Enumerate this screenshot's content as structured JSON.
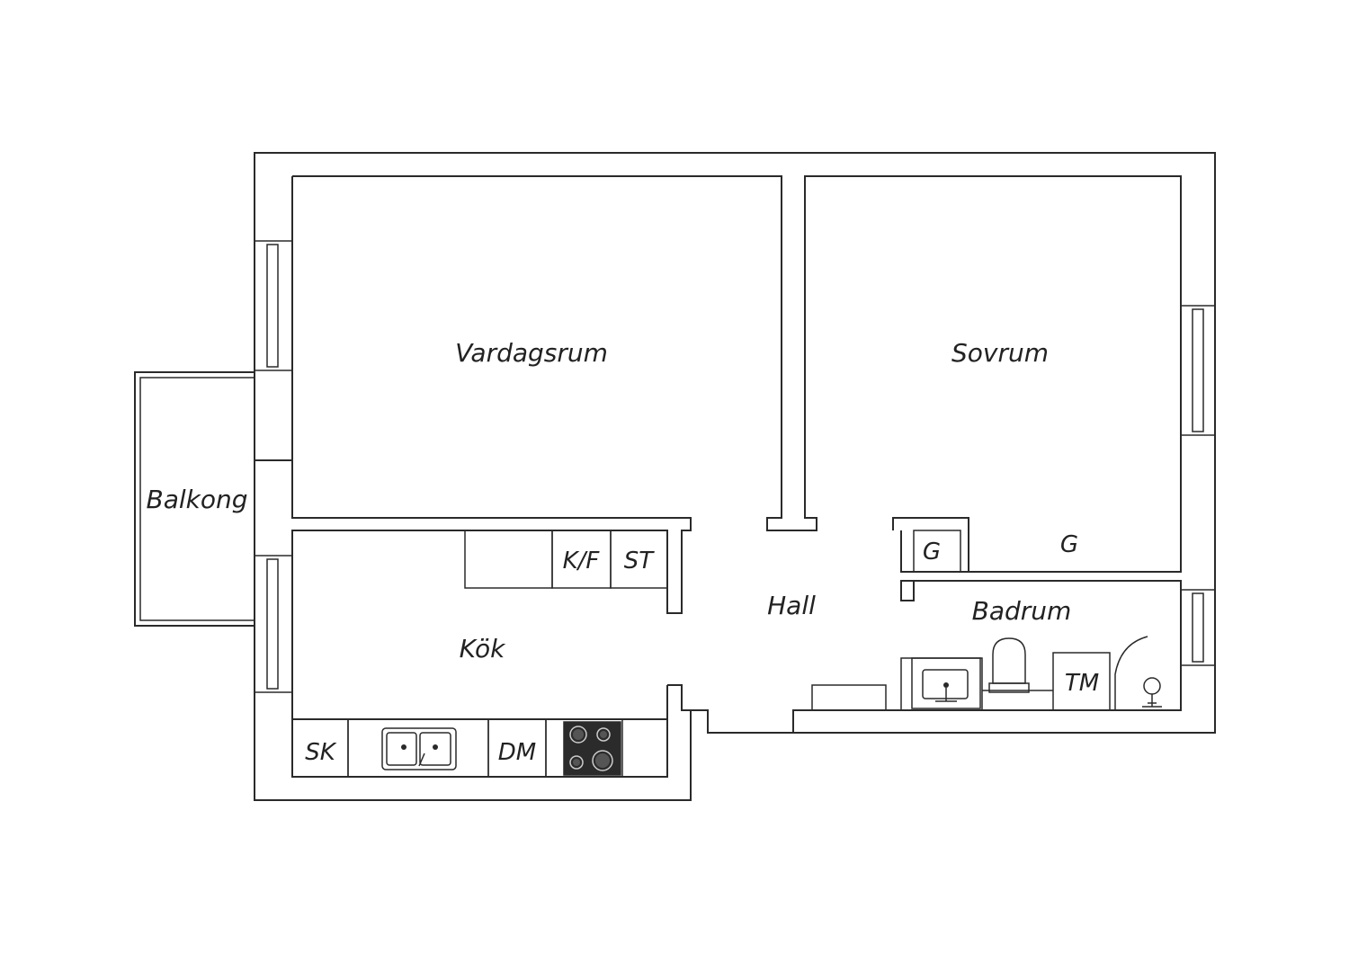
{
  "rooms": {
    "living_room": "Vardagsrum",
    "bedroom": "Sovrum",
    "balcony": "Balkong",
    "kitchen": "Kök",
    "hall": "Hall",
    "bathroom": "Badrum"
  },
  "fixtures": {
    "fridge_freezer": "K/F",
    "storage_cabinet": "ST",
    "wardrobe_hall": "G",
    "wardrobe_bedroom": "G",
    "washing_machine": "TM",
    "sink_cabinet": "SK",
    "dishwasher": "DM"
  },
  "colors": {
    "line": "#2a2a2a",
    "stove": "#2b2b2b",
    "background": "#ffffff"
  }
}
